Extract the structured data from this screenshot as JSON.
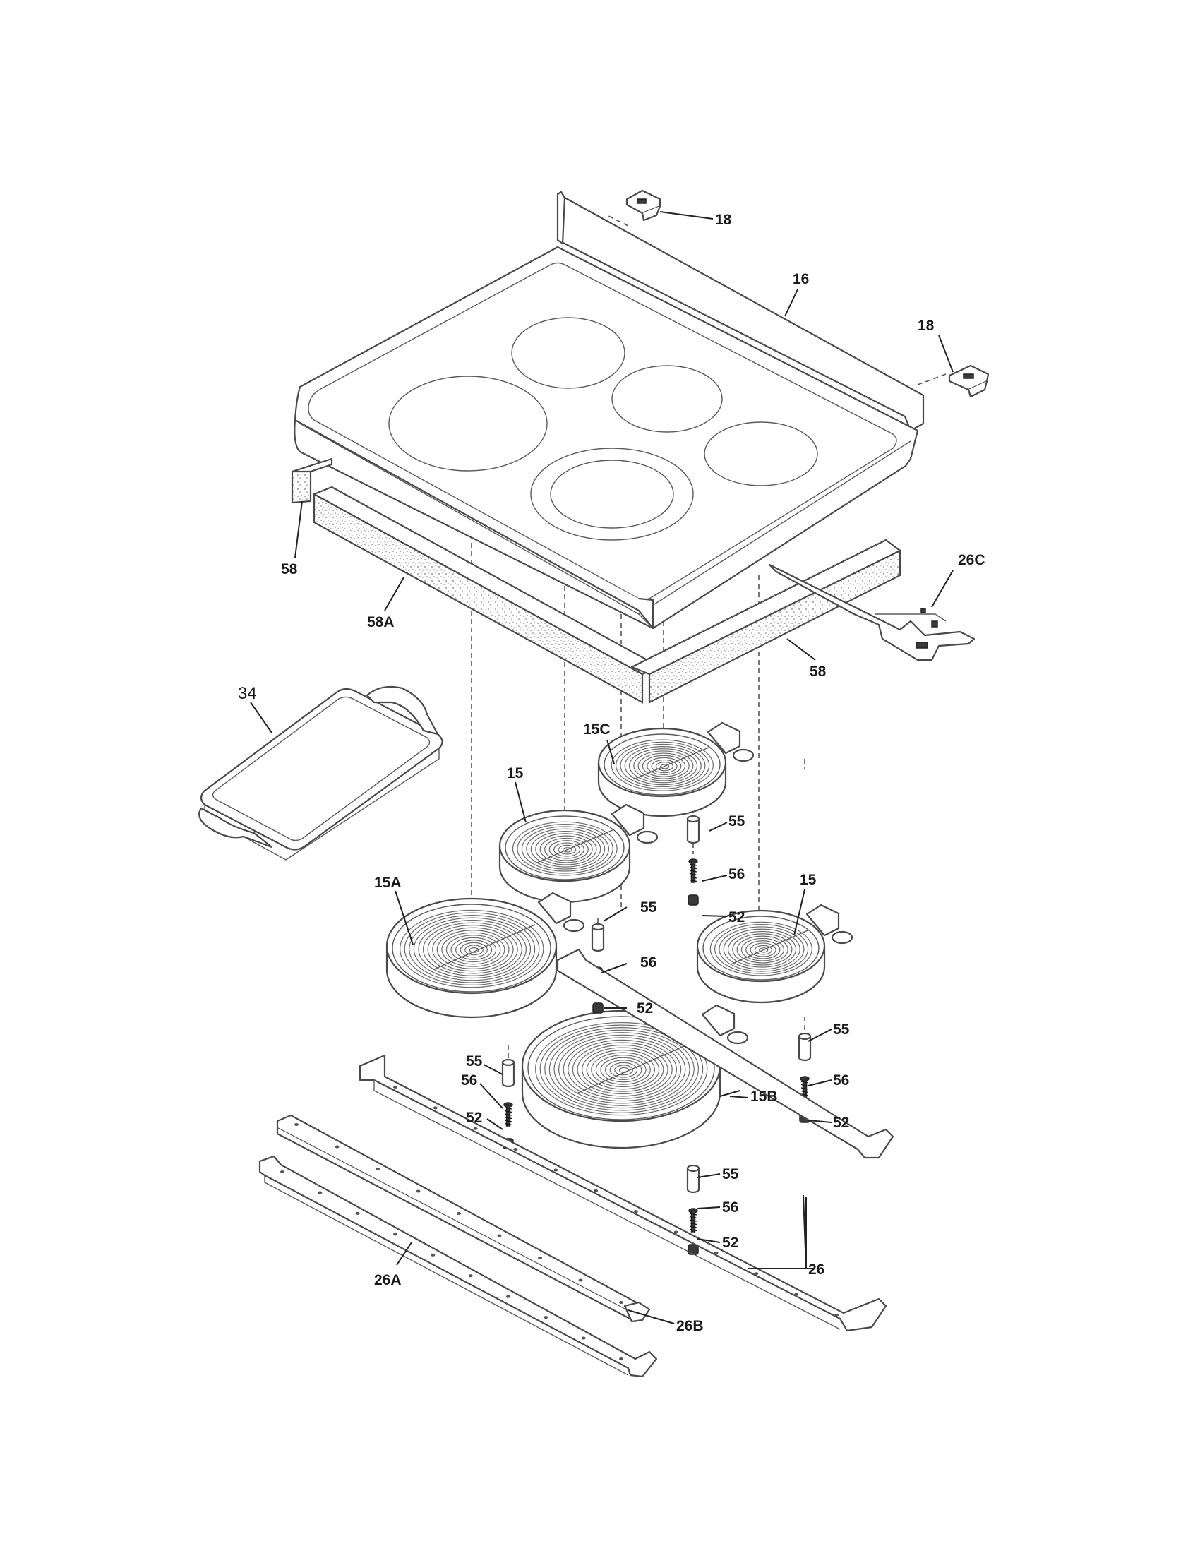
{
  "labels": {
    "l18a": "18",
    "l16": "16",
    "l18b": "18",
    "l58a_left": "58",
    "l58A": "58A",
    "l26C": "26C",
    "l58_right": "58",
    "l34": "34",
    "l15C": "15C",
    "l15_left": "15",
    "l55_c": "55",
    "l56_c": "56",
    "l52_c": "52",
    "l15_right": "15",
    "l15A": "15A",
    "l55_m": "55",
    "l56_m": "56",
    "l52_m": "52",
    "l55_r": "55",
    "l56_r": "56",
    "l52_r": "52",
    "l55_l": "55",
    "l56_l": "56",
    "l52_l": "52",
    "l15B": "15B",
    "l55_b": "55",
    "l56_b": "56",
    "l52_b": "52",
    "l26": "26",
    "l26A": "26A",
    "l26B": "26B"
  }
}
